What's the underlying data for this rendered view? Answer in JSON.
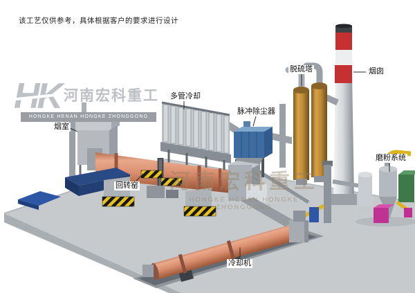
{
  "note": "该工艺仅供参考，具体根据客户的要求进行设计",
  "labels": {
    "smoke_chamber": "烟室",
    "multi_tube_cooler": "多管冷却",
    "pulse_dust_collector": "脉冲除尘器",
    "desulfurization_tower": "脱硫塔",
    "chimney": "烟囱",
    "rotary_kiln": "回转窑",
    "cooler": "冷却机",
    "grinding_system": "磨粉系统"
  },
  "watermark_left": {
    "logo": "HK",
    "company_cn": "河南宏科重工",
    "company_en": "HONGKE  HENAN HONGKE ZHONGGONG"
  },
  "watermark_center": {
    "line1": "河南宏科重工",
    "line2": "HONGKE HENAN HONGKE ZHONGGONG"
  },
  "colors": {
    "kiln_salmon": "#d08468",
    "dust_collector_blue": "#3e6ca2",
    "tower_tan": "#c08a36",
    "chimney_red": "#c53030",
    "hazard_yellow": "#e8c21a",
    "platform_navy": "#2a4a86",
    "ground_gray": "#c6cacd",
    "grinding_green": "#3e7a49",
    "grinding_magenta": "#bf3193",
    "pipe_yellow": "#ddb31e"
  }
}
